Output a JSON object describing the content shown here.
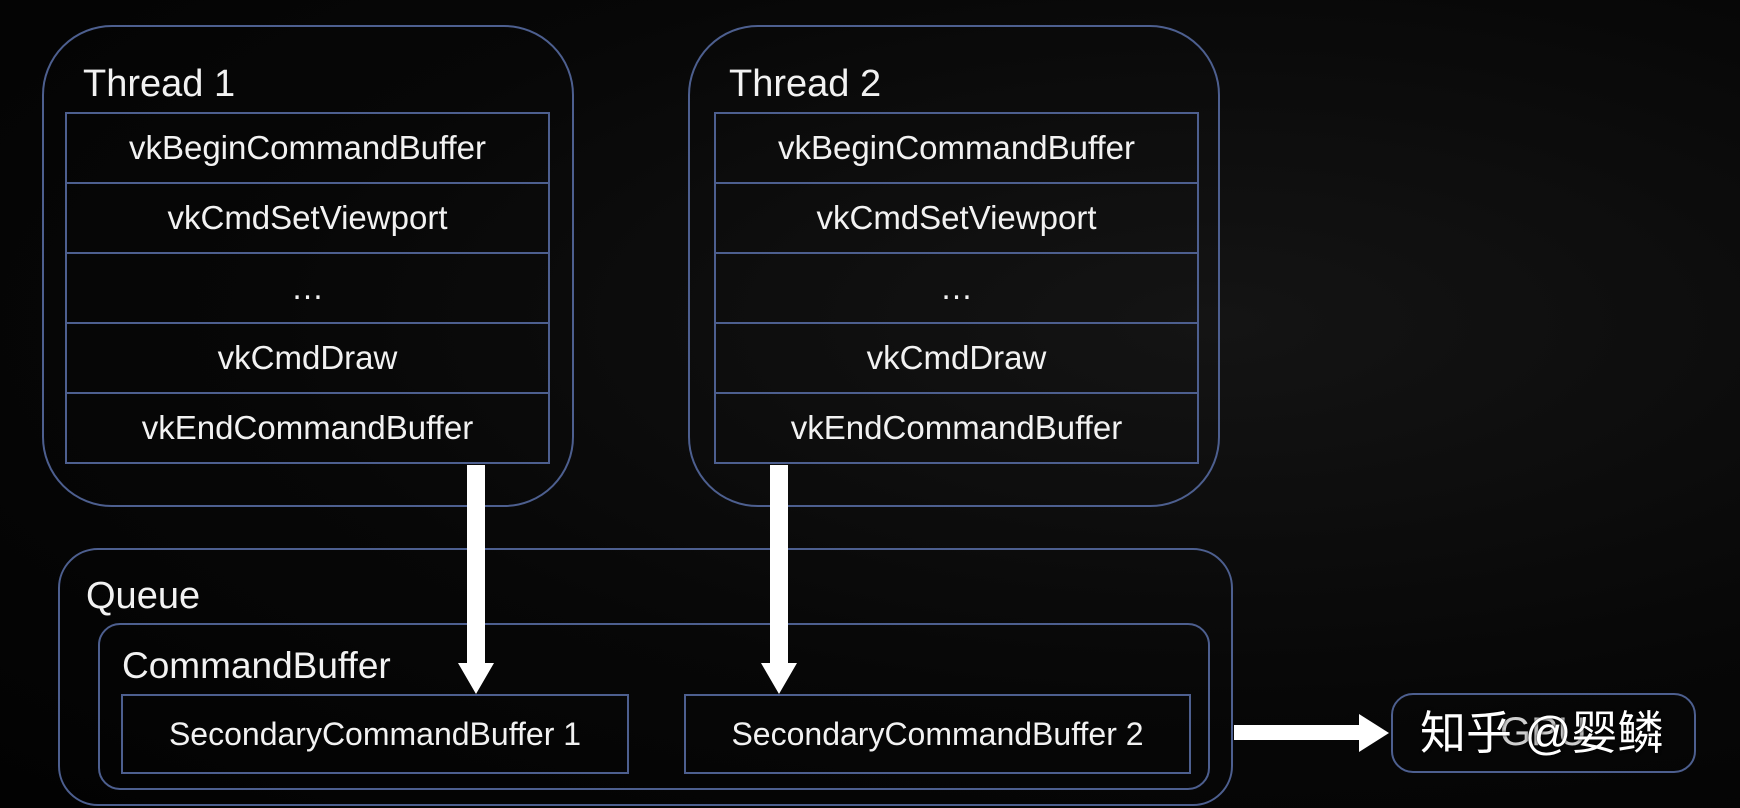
{
  "thread1": {
    "title": "Thread 1",
    "commands": [
      "vkBeginCommandBuffer",
      "vkCmdSetViewport",
      "…",
      "vkCmdDraw",
      "vkEndCommandBuffer"
    ]
  },
  "thread2": {
    "title": "Thread 2",
    "commands": [
      "vkBeginCommandBuffer",
      "vkCmdSetViewport",
      "…",
      "vkCmdDraw",
      "vkEndCommandBuffer"
    ]
  },
  "queue": {
    "title": "Queue",
    "command_buffer": {
      "title": "CommandBuffer",
      "secondary": [
        "SecondaryCommandBuffer 1",
        "SecondaryCommandBuffer 2"
      ]
    }
  },
  "gpu": {
    "label": "GPU"
  },
  "watermark": "知乎 @婴鳞",
  "colors": {
    "border": "#4d5f8f",
    "arrow": "#ffffff",
    "text": "#f2f2f2",
    "background": "#050505"
  }
}
